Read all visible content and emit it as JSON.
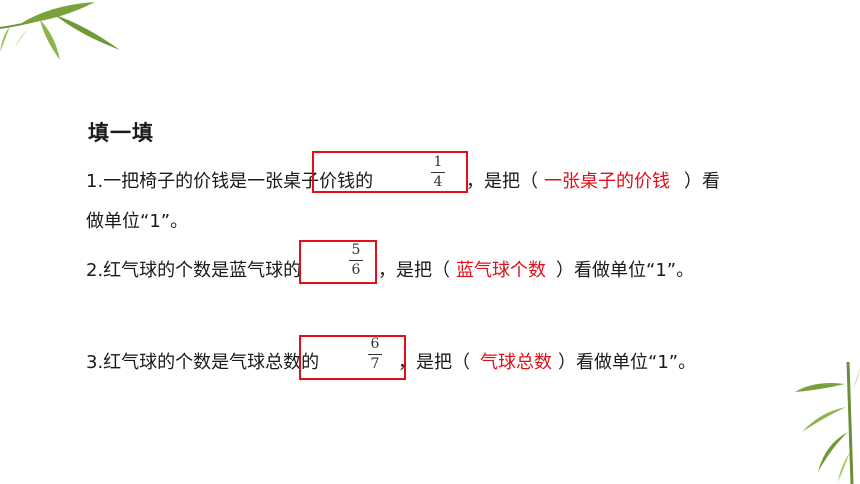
{
  "heading": "填一填",
  "accent_color": "#e0101a",
  "problems": [
    {
      "prefix": "1.一把椅子的价钱是一张桌子价钱的",
      "fraction": {
        "num": "1",
        "den": "4"
      },
      "mid": "，是把（",
      "answer": "一张桌子的价钱",
      "suffix": "）看",
      "continuation": "做单位“1”。"
    },
    {
      "prefix": "2.红气球的个数是蓝气球的",
      "fraction": {
        "num": "5",
        "den": "6"
      },
      "mid": "，是把（",
      "answer": "蓝气球个数",
      "suffix": "）看做单位“1”。"
    },
    {
      "prefix": "3.红气球的个数是气球总数的",
      "fraction": {
        "num": "6",
        "den": "7"
      },
      "mid": "，是把（",
      "answer": "气球总数",
      "suffix": "）看做单位“1”。"
    }
  ]
}
